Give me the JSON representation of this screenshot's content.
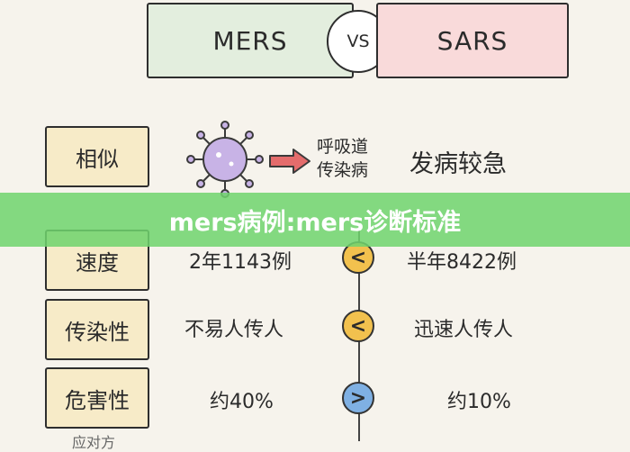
{
  "header": {
    "left": "MERS",
    "vs": "VS",
    "right": "SARS"
  },
  "similar": {
    "label": "相似",
    "route_line1": "呼吸道",
    "route_line2": "传染病",
    "onset": "发病较急"
  },
  "rows": [
    {
      "label": "速度",
      "mers": "2年1143例",
      "symbol": "<",
      "sars": "半年8422例"
    },
    {
      "label": "传染性",
      "mers": "不易人传人",
      "symbol": "<",
      "sars": "迅速人传人"
    },
    {
      "label": "危害性",
      "mers": "约40%",
      "symbol": ">",
      "sars": "约10%"
    }
  ],
  "banner": {
    "text": "mers病例:mers诊断标准"
  },
  "footer": {
    "partial_label": "应对方"
  },
  "colors": {
    "mers_header": "#e3eede",
    "sars_header": "#f9dada",
    "label_fill": "#f7ebc8",
    "virus": "#c8b3e6",
    "arrow": "#e46c6c",
    "less_than": "#f2c14e",
    "greater_than": "#7fb0e3",
    "banner": "#70d46e"
  },
  "icons": {
    "virus": "virus-icon",
    "arrow": "arrow-right-icon"
  }
}
